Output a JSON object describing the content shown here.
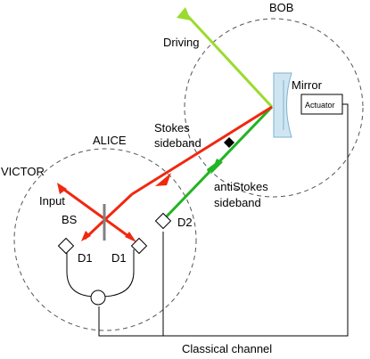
{
  "labels": {
    "bob": "BOB",
    "alice": "ALICE",
    "victor": "VICTOR",
    "driving": "Driving",
    "mirror": "Mirror",
    "actuator": "Actuator",
    "stokes_line1": "Stokes",
    "stokes_line2": "sideband",
    "antistokes_line1": "antiStokes",
    "antistokes_line2": "sideband",
    "input": "Input",
    "bs": "BS",
    "d1_left": "D1",
    "d1_right": "D1",
    "d2": "D2",
    "classical_channel": "Classical channel"
  },
  "colors": {
    "driving_beam": "#9adb2e",
    "stokes_beam": "#f02810",
    "antistokes_beam": "#22b422",
    "mirror_fill": "#cfe6f2",
    "mirror_edge": "#7fb3cc",
    "beam_splitter": "#808080",
    "circle_dashed": "#555555",
    "wire": "#000000"
  }
}
